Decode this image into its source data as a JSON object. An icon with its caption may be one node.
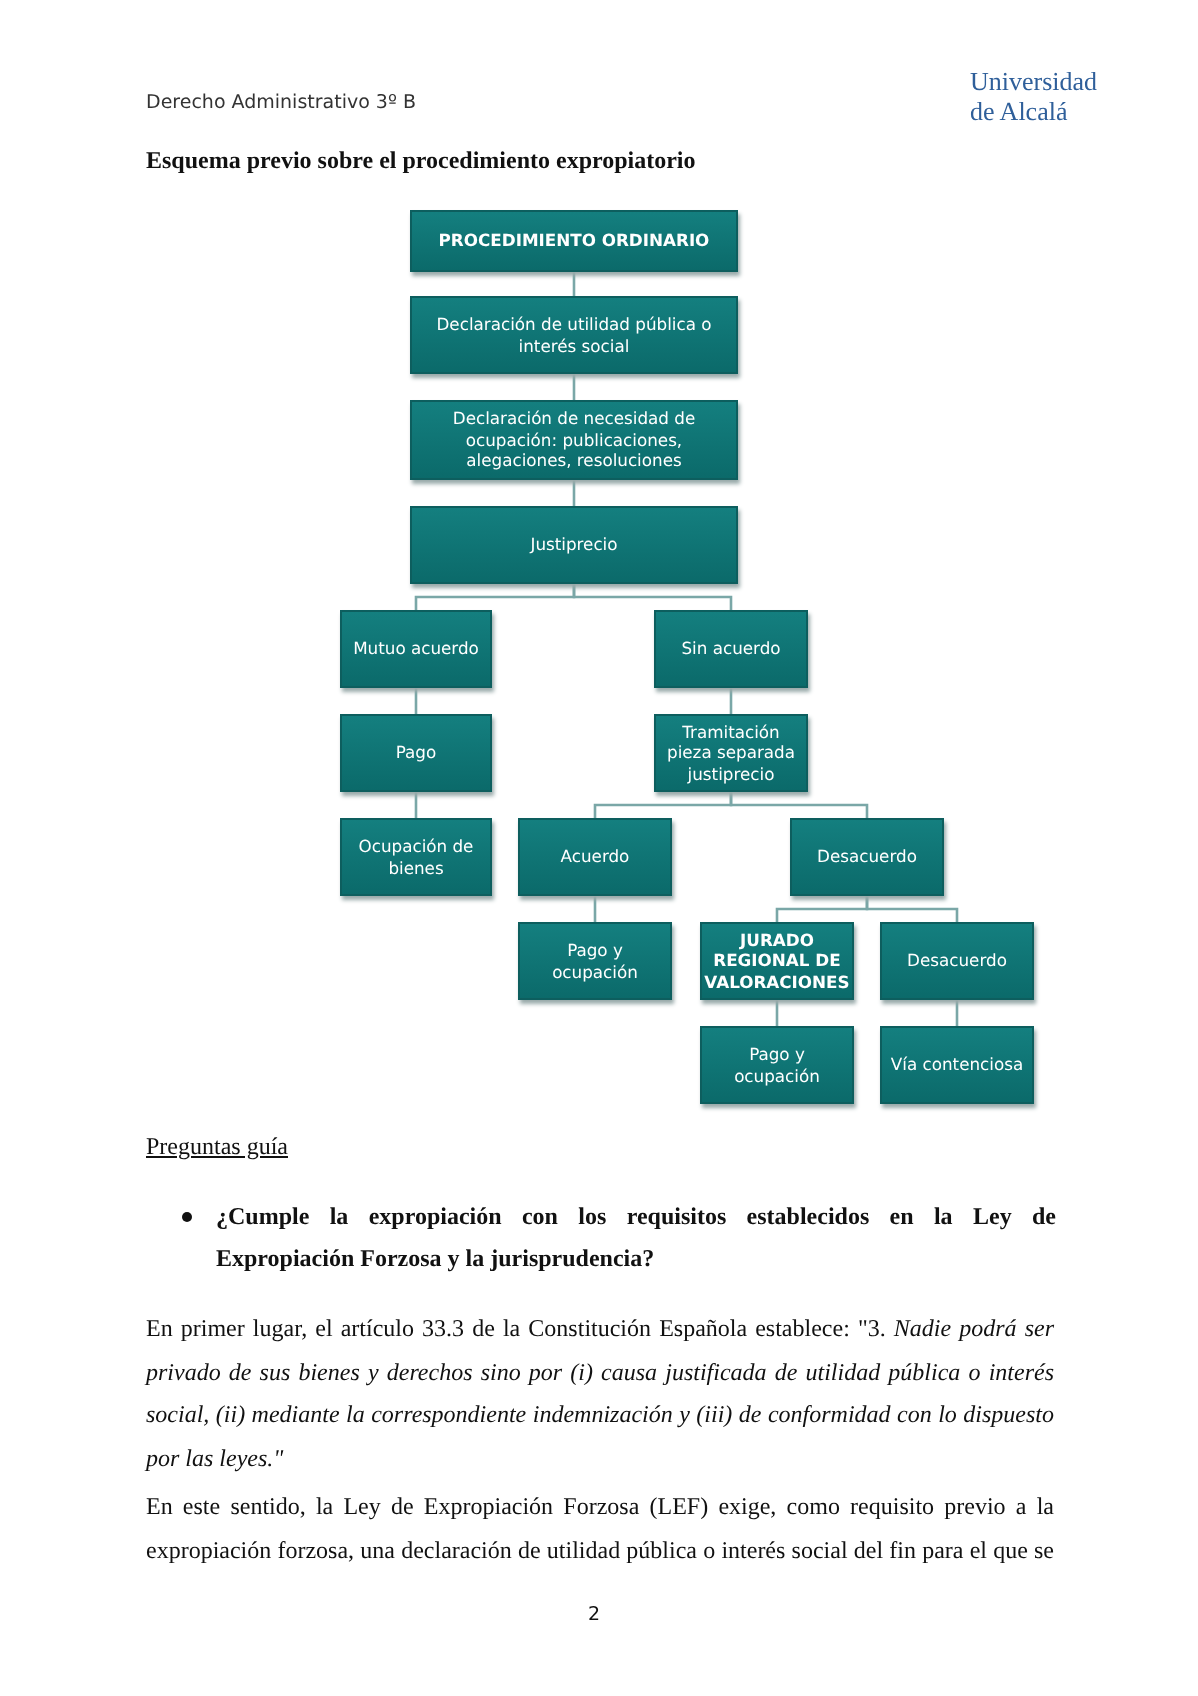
{
  "diagram": {
    "title": "Esquema previo sobre el procedimiento expropiatorio",
    "nodes": [
      {
        "text": [
          "PROCEDIMIENTO ORDINARIO"
        ]
      },
      {
        "text": [
          "Declaración de utilidad pública o interés social"
        ]
      },
      {
        "text": [
          "Declaración de necesidad de ocupación: publicaciones, alegaciones, resoluciones"
        ]
      },
      {
        "text": [
          "Justiprecio"
        ]
      },
      {
        "text": [
          "Mutuo acuerdo"
        ]
      },
      {
        "text": [
          "Sin acuerdo"
        ]
      },
      {
        "text": [
          "Pago"
        ]
      },
      {
        "text": [
          "Tramitación pieza separada justiprecio"
        ]
      },
      {
        "text": [
          "Ocupación de bienes"
        ]
      },
      {
        "text": [
          "Acuerdo"
        ]
      },
      {
        "text": [
          "Desacuerdo"
        ]
      },
      {
        "text": [
          "Pago y ocupación"
        ]
      },
      {
        "text": [
          "JURADO REGIONAL DE VALORACIONES"
        ]
      },
      {
        "text": [
          "Desacuerdo"
        ]
      },
      {
        "text": [
          "Pago y ocupación"
        ]
      },
      {
        "text": [
          "Vía contenciosa"
        ]
      }
    ],
    "edges": [
      {
        "from": 0,
        "to": 1,
        "arrow": "none"
      },
      {
        "from": 1,
        "to": 2,
        "arrow": "none"
      },
      {
        "from": 2,
        "to": 3,
        "arrow": "none"
      },
      {
        "from": 3,
        "to": 4,
        "arrow": "none"
      },
      {
        "from": 3,
        "to": 5,
        "arrow": "none"
      },
      {
        "from": 4,
        "to": 6,
        "arrow": "none"
      },
      {
        "from": 6,
        "to": 8,
        "arrow": "none"
      },
      {
        "from": 5,
        "to": 7,
        "arrow": "none"
      },
      {
        "from": 7,
        "to": 9,
        "arrow": "none"
      },
      {
        "from": 7,
        "to": 10,
        "arrow": "none"
      },
      {
        "from": 9,
        "to": 11,
        "arrow": "none"
      },
      {
        "from": 10,
        "to": 12,
        "arrow": "none"
      },
      {
        "from": 10,
        "to": 13,
        "arrow": "none"
      },
      {
        "from": 12,
        "to": 14,
        "arrow": "none"
      },
      {
        "from": 13,
        "to": 15,
        "arrow": "none"
      }
    ],
    "labels": [
      "Derecho Administrativo 3º B",
      "Universidad de Alcalá",
      "Preguntas guía",
      "¿Cumple la expropiación con los requisitos establecidos en la Ley de Expropiación Forzosa y la jurisprudencia?",
      "En primer lugar, el artículo 33.3 de la Constitución Española establece: \"3. *Nadie podrá ser privado de sus bienes y derechos sino por (i) causa justificada de utilidad pública o interés social, (ii) mediante la correspondiente indemnización y (iii) de conformidad con lo dispuesto por las leyes.\"*",
      "En este sentido, la Ley de Expropiación Forzosa (LEF) exige, como requisito previo a la expropiación forzosa, una declaración de utilidad pública o interés social del fin para el que se",
      "2"
    ]
  }
}
